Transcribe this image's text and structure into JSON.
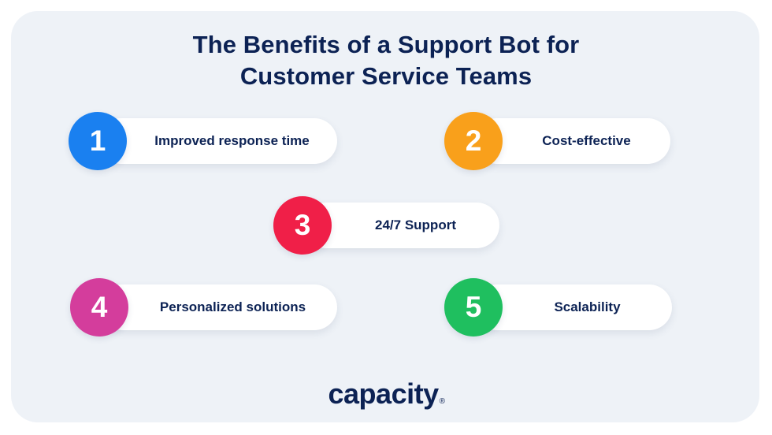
{
  "title": {
    "line1": "The Benefits of a Support Bot for",
    "line2": "Customer Service Teams"
  },
  "benefits": [
    {
      "number": "1",
      "label": "Improved response time",
      "color": "#1a80f0"
    },
    {
      "number": "2",
      "label": "Cost-effective",
      "color": "#f9a01b"
    },
    {
      "number": "3",
      "label": "24/7 Support",
      "color": "#f01f48"
    },
    {
      "number": "4",
      "label": "Personalized solutions",
      "color": "#d43d9c"
    },
    {
      "number": "5",
      "label": "Scalability",
      "color": "#1fbf5f"
    }
  ],
  "brand": {
    "name": "capacity",
    "mark": "®",
    "color": "#0c2254"
  }
}
